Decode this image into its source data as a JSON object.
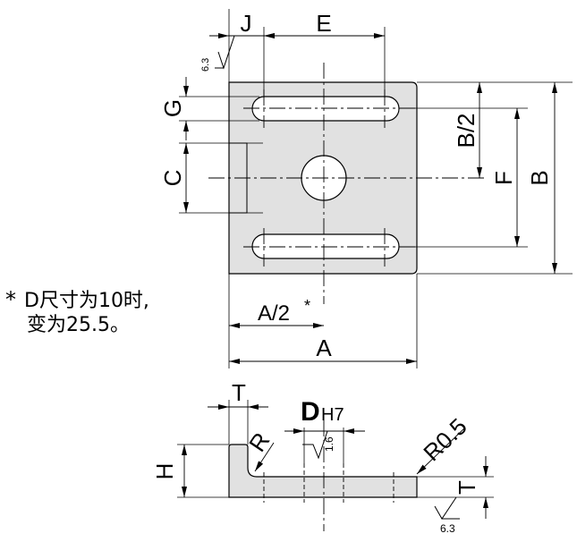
{
  "top_view": {
    "dims": {
      "J": "J",
      "E": "E",
      "G": "G",
      "C": "C",
      "B_half": "B/2",
      "F": "F",
      "B": "B",
      "A_half": "A/2",
      "A_half_mark": "*",
      "A": "A"
    },
    "roughness": "6.3"
  },
  "note": {
    "star": "*",
    "line1": "D尺寸为10时,",
    "line2": "变为25.5。"
  },
  "side_view": {
    "dims": {
      "T_top": "T",
      "D": "D",
      "D_tol": "H7",
      "D_roughness": "1.6",
      "R": "R",
      "R05": "R0.5",
      "H": "H",
      "T_right": "T"
    },
    "roughness": "6.3"
  },
  "colors": {
    "part_fill": "#e1e1e1",
    "line": "#000000"
  }
}
